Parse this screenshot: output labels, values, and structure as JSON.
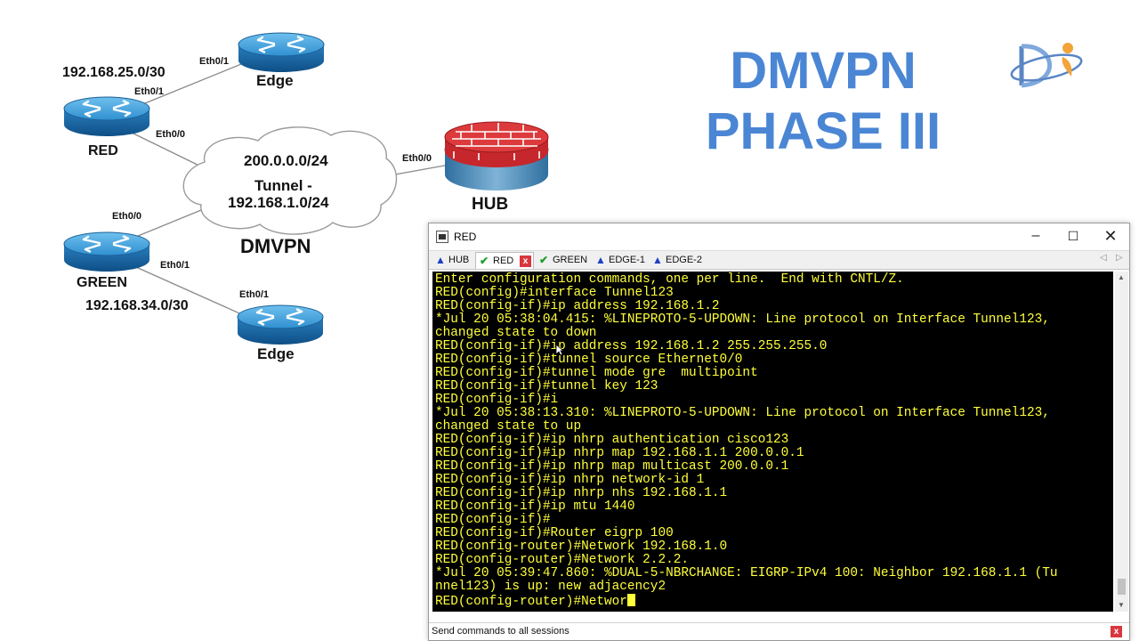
{
  "diagram": {
    "net_red_edge": "192.168.25.0/30",
    "net_green_edge": "192.168.34.0/30",
    "cloud_line1": "200.0.0.0/24",
    "cloud_line2": "Tunnel -",
    "cloud_line3": "192.168.1.0/24",
    "cloud_caption": "DMVPN",
    "router_edge_top": "Edge",
    "router_red": "RED",
    "router_hub": "HUB",
    "router_green": "GREEN",
    "router_edge_bottom": "Edge",
    "if_edge_top": "Eth0/1",
    "if_red_top": "Eth0/1",
    "if_red_cloud": "Eth0/0",
    "if_hub": "Eth0/0",
    "if_green_cloud": "Eth0/0",
    "if_green_bottom": "Eth0/1",
    "if_edge_bottom": "Eth0/1"
  },
  "title": {
    "line1": "DMVPN",
    "line2": "PHASE III",
    "color": "#4a86d4"
  },
  "window": {
    "title": "RED",
    "controls": {
      "minimize": "–",
      "maximize": "☐",
      "close": "✕"
    },
    "tabs": [
      {
        "label": "HUB",
        "icon": "warning-icon"
      },
      {
        "label": "RED",
        "icon": "check-icon"
      },
      {
        "label": "GREEN",
        "icon": "check-icon"
      },
      {
        "label": "EDGE-1",
        "icon": "warning-icon"
      },
      {
        "label": "EDGE-2",
        "icon": "warning-icon"
      }
    ],
    "active_tab": "RED",
    "status": "Send commands to all sessions"
  },
  "terminal": {
    "text_color": "#ffff3a",
    "background": "#000000",
    "lines": [
      "Enter configuration commands, one per line.  End with CNTL/Z.",
      "RED(config)#interface Tunnel123",
      "RED(config-if)#ip address 192.168.1.2",
      "*Jul 20 05:38:04.415: %LINEPROTO-5-UPDOWN: Line protocol on Interface Tunnel123,",
      "changed state to down",
      "RED(config-if)#ip address 192.168.1.2 255.255.255.0",
      "RED(config-if)#tunnel source Ethernet0/0",
      "RED(config-if)#tunnel mode gre  multipoint",
      "RED(config-if)#tunnel key 123",
      "RED(config-if)#i",
      "*Jul 20 05:38:13.310: %LINEPROTO-5-UPDOWN: Line protocol on Interface Tunnel123,",
      "changed state to up",
      "RED(config-if)#ip nhrp authentication cisco123",
      "RED(config-if)#ip nhrp map 192.168.1.1 200.0.0.1",
      "RED(config-if)#ip nhrp map multicast 200.0.0.1",
      "RED(config-if)#ip nhrp network-id 1",
      "RED(config-if)#ip nhrp nhs 192.168.1.1",
      "RED(config-if)#ip mtu 1440",
      "RED(config-if)#",
      "RED(config-if)#Router eigrp 100",
      "RED(config-router)#Network 192.168.1.0",
      "RED(config-router)#Network 2.2.2.",
      "*Jul 20 05:39:47.860: %DUAL-5-NBRCHANGE: EIGRP-IPv4 100: Neighbor 192.168.1.1 (Tu",
      "nnel123) is up: new adjacency2"
    ],
    "prompt_line": "RED(config-router)#Networ"
  }
}
